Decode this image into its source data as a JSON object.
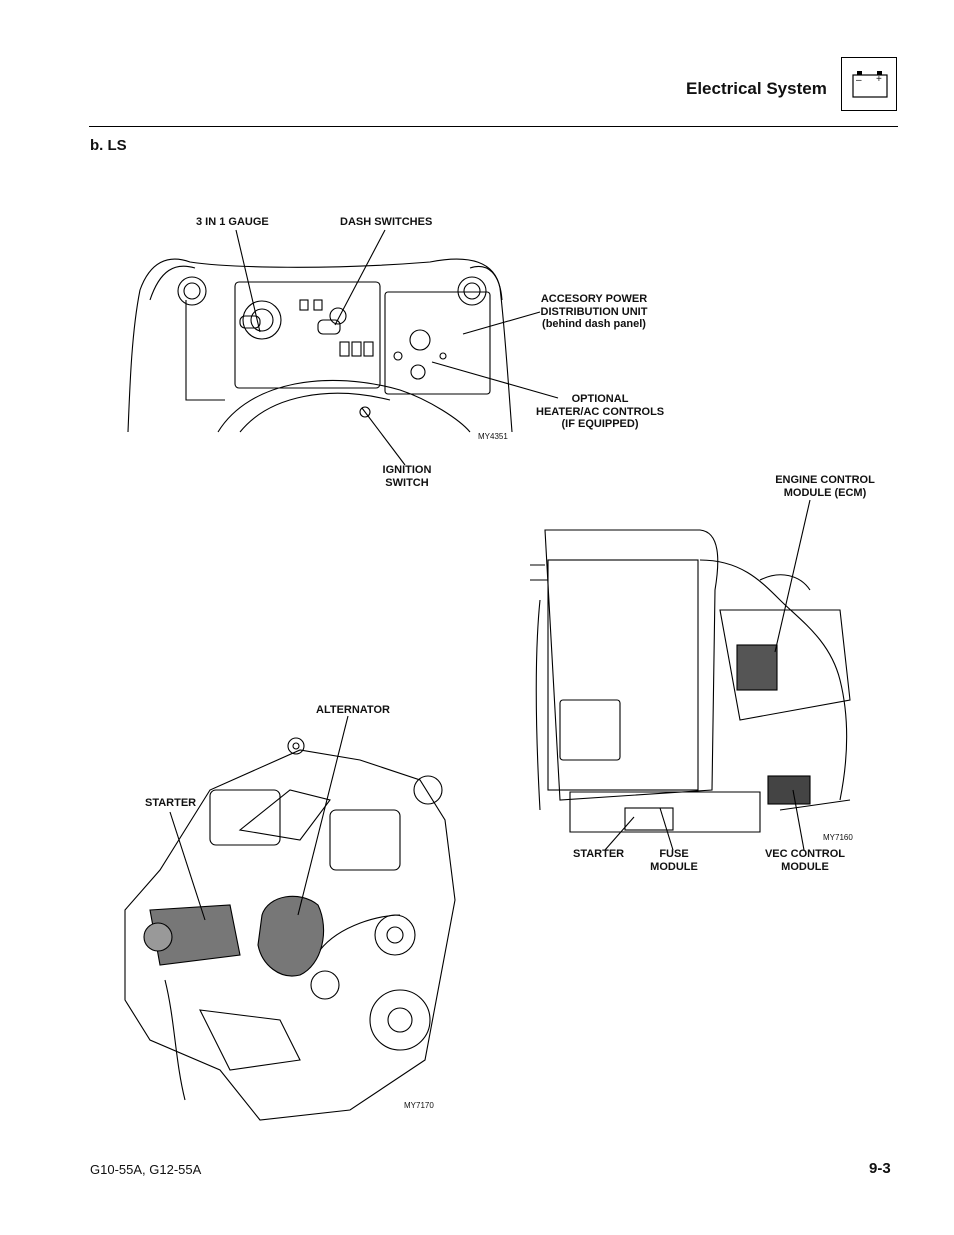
{
  "header": {
    "section_title": "Electrical System",
    "battery_icon": "battery-icon",
    "battery_minus": "–",
    "battery_plus": "+"
  },
  "subsection": "b.   LS",
  "figure_dash": {
    "labels": {
      "gauge": "3 IN 1 GAUGE",
      "dash_switches": "DASH SWITCHES",
      "apdu_1": "ACCESORY POWER",
      "apdu_2": "DISTRIBUTION UNIT",
      "apdu_3": "(behind dash panel)",
      "heater_1": "OPTIONAL",
      "heater_2": "HEATER/AC CONTROLS",
      "heater_3": "(IF EQUIPPED)",
      "ignition_1": "IGNITION",
      "ignition_2": "SWITCH"
    },
    "fig_id": "MY4351"
  },
  "figure_engine_right": {
    "labels": {
      "ecm_1": "ENGINE CONTROL",
      "ecm_2": "MODULE (ECM)",
      "starter": "STARTER",
      "fuse_1": "FUSE",
      "fuse_2": "MODULE",
      "vec_1": "VEC CONTROL",
      "vec_2": "MODULE"
    },
    "fig_id": "MY7160"
  },
  "figure_engine_left": {
    "labels": {
      "alternator": "ALTERNATOR",
      "starter": "STARTER"
    },
    "fig_id": "MY7170"
  },
  "footer": {
    "models": "G10-55A, G12-55A",
    "page": "9-3"
  }
}
